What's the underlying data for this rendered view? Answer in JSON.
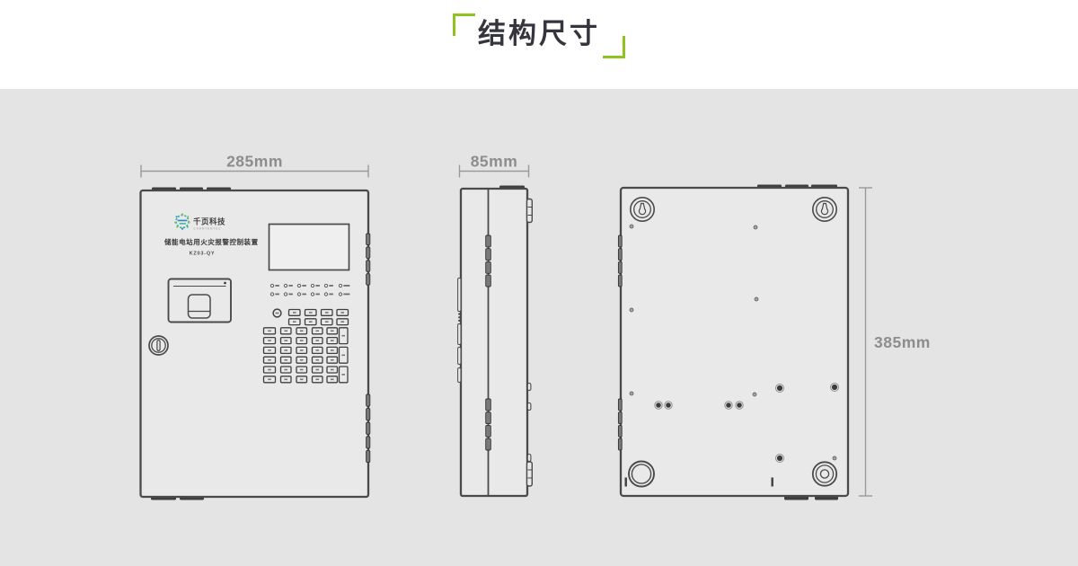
{
  "title": "结构尺寸",
  "colors": {
    "accent_green": "#8fc31f",
    "title_ink": "#35353d",
    "stage_background": "#e4e4e4",
    "panel_fill": "#e9e9e9",
    "outline": "#4a4a4a",
    "dimension_gray": "#8d8d8d"
  },
  "views": {
    "front": {
      "width_label": "285mm",
      "brand": "千页科技",
      "brand_en": "CHANYENTEC",
      "product_name": "储能电站用火灾报警控制装置",
      "model": "KZ03-QY"
    },
    "side": {
      "width_label": "85mm"
    },
    "back": {
      "height_label": "385mm"
    }
  }
}
